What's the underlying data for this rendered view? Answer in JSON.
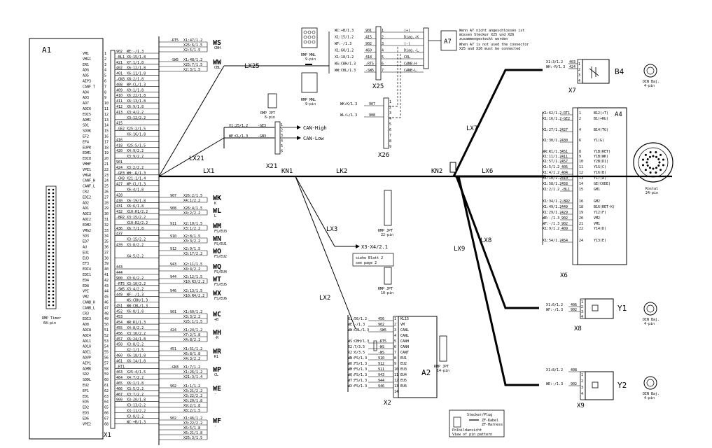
{
  "title_blocks": {
    "a1": "A1",
    "a1_caption": "RMP Timer",
    "a1_pins": "68-pin",
    "x1": "X1",
    "a2": "A2",
    "x2": "X2",
    "a2_conn": "RMP JPT",
    "a2_pins": "14-pin",
    "a7": "A7",
    "x21": "X21",
    "x25": "X25",
    "x26": "X26",
    "b4": "B4",
    "x7": "X7",
    "a4": "A4",
    "x6": "X6",
    "y1": "Y1",
    "x8": "X8",
    "y2": "Y2",
    "x9": "X9",
    "kn1": "KN1",
    "kn2": "KN2"
  },
  "cables": {
    "lx1": "LX1",
    "lx2": "LX2",
    "lx3": "LX3",
    "lx6": "LX6",
    "lx7": "LX7",
    "lx8": "LX8",
    "lx9": "LX9",
    "lx21": "LX21",
    "lx25": "LX25",
    "lk2": "LK2"
  },
  "a1_pins": [
    {
      "n": "1",
      "label": "VM1"
    },
    {
      "n": "2",
      "label": "VMG1"
    },
    {
      "n": "3",
      "label": "ER1"
    },
    {
      "n": "4",
      "label": "ADG"
    },
    {
      "n": "5",
      "label": "AD5"
    },
    {
      "n": "6",
      "label": "AIP3"
    },
    {
      "n": "7",
      "label": "CANF T"
    },
    {
      "n": "8",
      "label": "AD4"
    },
    {
      "n": "9",
      "label": "AD3"
    },
    {
      "n": "10",
      "label": "AD7"
    },
    {
      "n": "11",
      "label": "ADI6"
    },
    {
      "n": "12",
      "label": "EDI5"
    },
    {
      "n": "13",
      "label": "ADM1"
    },
    {
      "n": "14",
      "label": "SD1"
    },
    {
      "n": "15",
      "label": "SDOK"
    },
    {
      "n": "16",
      "label": "EF2"
    },
    {
      "n": "17",
      "label": "EF4"
    },
    {
      "n": "18",
      "label": "EUPR"
    },
    {
      "n": "19",
      "label": "EDM1"
    },
    {
      "n": "20",
      "label": "EDI8"
    },
    {
      "n": "21",
      "label": "VMHF"
    },
    {
      "n": "22",
      "label": "VPE1"
    },
    {
      "n": "23",
      "label": "VMGR"
    },
    {
      "n": "24",
      "label": "CANF_H"
    },
    {
      "n": "25",
      "label": "CANF_L"
    },
    {
      "n": "26",
      "label": "CR2"
    },
    {
      "n": "27",
      "label": "EDI2"
    },
    {
      "n": "28",
      "label": "AD2"
    },
    {
      "n": "29",
      "label": "AD1"
    },
    {
      "n": "30",
      "label": "ADI3"
    },
    {
      "n": "31",
      "label": "ADI2"
    },
    {
      "n": "32",
      "label": "EDM2"
    },
    {
      "n": "33",
      "label": "VMG2"
    },
    {
      "n": "34",
      "label": "SD3"
    },
    {
      "n": "35",
      "label": "ED7"
    },
    {
      "n": "36",
      "label": "AU"
    },
    {
      "n": "37",
      "label": "EU1"
    },
    {
      "n": "38",
      "label": "EU3"
    },
    {
      "n": "39",
      "label": "EF3"
    },
    {
      "n": "40",
      "label": "EDI4"
    },
    {
      "n": "41",
      "label": "EDI1"
    },
    {
      "n": "42",
      "label": "ED4"
    },
    {
      "n": "43",
      "label": "ED8"
    },
    {
      "n": "44",
      "label": "VPI"
    },
    {
      "n": "45",
      "label": "VM2"
    },
    {
      "n": "46",
      "label": "CANB_H"
    },
    {
      "n": "47",
      "label": "CANB_L"
    },
    {
      "n": "48",
      "label": "CR3"
    },
    {
      "n": "49",
      "label": "EDI3"
    },
    {
      "n": "50",
      "label": "AD8"
    },
    {
      "n": "51",
      "label": "ADI8"
    },
    {
      "n": "52",
      "label": "ADI4"
    },
    {
      "n": "53",
      "label": "AD11"
    },
    {
      "n": "54",
      "label": "AD10"
    },
    {
      "n": "55",
      "label": "ADI1"
    },
    {
      "n": "56",
      "label": "ADVP"
    },
    {
      "n": "57",
      "label": "AIP1"
    },
    {
      "n": "58",
      "label": "ADMR"
    },
    {
      "n": "59",
      "label": "SD2"
    },
    {
      "n": "60",
      "label": "SDDL"
    },
    {
      "n": "61",
      "label": "EU2"
    },
    {
      "n": "62",
      "label": "EF1"
    },
    {
      "n": "63",
      "label": "ED1"
    },
    {
      "n": "64",
      "label": "ED5"
    },
    {
      "n": "65",
      "label": "ED2"
    },
    {
      "n": "66",
      "label": "ED3"
    },
    {
      "n": "67",
      "label": "ED6"
    },
    {
      "n": "68",
      "label": "VPE2"
    }
  ],
  "a1_wires": [
    "902",
    "-BL1",
    "421",
    "402",
    "401",
    "-GN3",
    "408",
    "409",
    "410",
    "411",
    "412",
    "413",
    "",
    "415",
    "-GE2",
    "",
    "416",
    "418",
    "420",
    "",
    "901",
    "424",
    "-GE3",
    "-GN3",
    "427",
    "",
    "428",
    "430",
    "431",
    "432",
    "-BR2",
    "",
    "436",
    "437",
    "",
    "439",
    "",
    "",
    "",
    "443",
    "444",
    "900",
    "-RT5",
    "-SW5",
    "449",
    "",
    "451",
    "452",
    "453",
    "454",
    "455",
    "456",
    "457",
    "458",
    "",
    "460",
    "461",
    "-RT1",
    "463",
    "464",
    "465",
    "466",
    "467",
    "900"
  ],
  "a1_dest": [
    "WE:-/1.3",
    "X6:15/1.8",
    "X7:1/1.8",
    "X6:12/1.8",
    "X6:11/1.8",
    "X8:2/1.8",
    "WP:CL/1.3",
    "X9:1/1.8",
    "X6:22/1.8",
    "X6:13/1.8",
    "X6:9/1.8",
    "X3:4/2.2",
    "X3:12/2.2",
    "",
    "X25:2/1.5",
    "X6:16/1.8",
    "",
    "X25:5/1.5",
    "X4:9/2.2",
    "X3:9/2.2",
    "",
    "X3:2/2.2",
    "WH:-R/1.3",
    "X21:1/1.4",
    "WP:CL/1.3",
    "X6:4/1.8",
    "",
    "X6:19/1.8",
    "X6:6/1.8",
    "X10:R1/2.2",
    "X3:15/2.2",
    "X10:R2/2.2",
    "X6:7/1.8",
    "",
    "X3:15/2.2",
    "X3:8/2.2",
    "",
    "X4:5/2.2",
    "",
    "",
    "",
    "X3:6/2.2",
    "X3:10/2.2",
    "X3:4/2.2",
    "WF:-/1.3",
    "WS:CBH/1.3",
    "WW:CBL/1.3",
    "X6:8/1.8",
    "",
    "WR:R1/1.3",
    "X4:8/2.2",
    "X3:16/2.2",
    "X6:24/1.8",
    "X3:8/2.2",
    "X2:1/1.5",
    "X6:18/1.8",
    "X6:14/1.8",
    "",
    "X25:4/1.5",
    "X4:7/2.2",
    "X6:1/1.8",
    "X3:5/2.2",
    "X3:7/2.2",
    "X3:20/1.8",
    "X3:13/2.2",
    "X3:11/2.2",
    "X3:8/2.2",
    "WC:+B/1.3"
  ],
  "bus_groups": [
    {
      "code": "WS",
      "sub": "CBH",
      "wire": "-RT5",
      "rows": [
        "X1:47/1.2",
        "X25:6/1.5",
        "X2:5/1.5"
      ]
    },
    {
      "code": "WW",
      "sub": "CBL",
      "wire": "-SW5",
      "rows": [
        "X1:48/1.2",
        "X25:7/1.5",
        "X2:3/1.5"
      ]
    },
    {
      "code": "WK",
      "sub": "K",
      "wire": "907",
      "rows": [
        "X26:2/1.5",
        "X4:1/2.2"
      ]
    },
    {
      "code": "WL",
      "sub": "L",
      "wire": "908",
      "rows": [
        "X26:4/1.5",
        "X4:2/2.2"
      ]
    },
    {
      "code": "WM",
      "sub": "FS/EU3",
      "wire": "911",
      "rows": [
        "X2:10/1.5",
        "X3:1/2.2"
      ]
    },
    {
      "code": "WN",
      "sub": "FS/EU1",
      "wire": "910",
      "rows": [
        "X2:8/1.5",
        "X3:3/2.2"
      ]
    },
    {
      "code": "WO",
      "sub": "FS/EU2",
      "wire": "912",
      "rows": [
        "X2:9/1.5",
        "X3:17/2.2"
      ]
    },
    {
      "code": "WQ",
      "sub": "FS/EU4",
      "wire": "943",
      "rows": [
        "X2:11/1.5",
        "X4:4/2.2"
      ]
    },
    {
      "code": "WT",
      "sub": "FS/EU5",
      "wire": "944",
      "rows": [
        "X2:12/1.5",
        "X10:R3/2.2"
      ]
    },
    {
      "code": "WX",
      "sub": "FS/EU6",
      "wire": "946",
      "rows": [
        "X2:13/1.5",
        "X10:R4/2.2"
      ]
    },
    {
      "code": "WC",
      "sub": "+B",
      "wire": "901",
      "rows": [
        "X1:60/1.2",
        "X3:3/2.2",
        "X25:1/1.5"
      ]
    },
    {
      "code": "WH",
      "sub": "-R",
      "wire": "424",
      "rows": [
        "X1:24/1.2",
        "X7:2/1.8",
        "X4:8/2.2"
      ]
    },
    {
      "code": "WR",
      "sub": "R1",
      "wire": "451",
      "rows": [
        "X1:51/1.2",
        "X6:8/1.8",
        "X4:3/2.2"
      ]
    },
    {
      "code": "WP",
      "sub": "CL",
      "wire": "-GN3",
      "rows": [
        "X1:7/1.2",
        "X1:26/1.2",
        "X21:3/1.4"
      ]
    },
    {
      "code": "WE",
      "sub": "-",
      "wire": "902",
      "rows": [
        "X1:1/1.2",
        "X3:21/2.2",
        "X3:22/2.2",
        "X6:20/1.8",
        "X9:2/1.8",
        "X8:2/1.5"
      ]
    },
    {
      "code": "WF",
      "sub": "-",
      "wire": "902",
      "rows": [
        "X1:46/1.2",
        "X3:22/2.2",
        "X6:5/1.8",
        "X6:21/1.8",
        "X25:3/1.5"
      ]
    }
  ],
  "x25": {
    "rows": [
      "WC:+B/1.3",
      "X1:15/1.2",
      "WF:-/1.3",
      "X1:60/1.2",
      "X1:18/1.2",
      "WS:CBH/1.3",
      "WW:CBL/1.3"
    ],
    "wires": [
      "901",
      "415",
      "902",
      "460",
      "418",
      "-RT5",
      "-SW5"
    ],
    "right": [
      "(+)",
      "Diag.-K",
      "(-)",
      "Diag.-L",
      "COL",
      "CANB-H",
      "CANB-L"
    ],
    "conn": "RMP MNL",
    "pins": "9-pin"
  },
  "a7_note": {
    "de1": "Wenn A7 nicht angeschlossen ist",
    "de2": "müssen Stecker X25 und X26",
    "de3": "zusammengesteckt werden",
    "en1": "When A7 is not used the connector",
    "en2": "X25 and X26 must be connected"
  },
  "x26": {
    "rows": [
      "WK:K/1.3",
      "WL:L/1.3"
    ],
    "wires": [
      "907",
      "908"
    ],
    "conn": "RMP MNL",
    "pins": "9-pin"
  },
  "x21": {
    "rows": [
      "X1:25/1.2",
      "WP:CL/1.3"
    ],
    "wires": [
      "-GE3",
      "-GN3"
    ],
    "can_high": "CAN-High",
    "can_low": "CAN-Low",
    "conn": "RMP JPT",
    "pins": "6-pin"
  },
  "x7": {
    "rows": [
      "X1:3/1.2",
      "WH:-R/1.3"
    ],
    "wires": [
      "403",
      "424"
    ]
  },
  "a4": {
    "rows": [
      {
        "src": "X1:62/1.2",
        "w": "-RT1",
        "pin": "1",
        "sig": "B12(+T)"
      },
      {
        "src": "X1:16/1.2",
        "w": "-GE2",
        "pin": "2",
        "sig": "B1(+Rb)"
      },
      {
        "src": "X1:27/1.2",
        "w": "427",
        "pin": "4",
        "sig": "B14(TG)"
      },
      {
        "src": "X1:30/1.2",
        "w": "430",
        "pin": "6",
        "sig": "Y1(G)"
      },
      {
        "src": "WR:R1/1.3",
        "w": "451",
        "pin": "8",
        "sig": "Y1B(RET)"
      },
      {
        "src": "X1:11/1.2",
        "w": "411",
        "pin": "9",
        "sig": "Y1B(WK)"
      },
      {
        "src": "X1:57/1.2",
        "w": "457",
        "pin": "10",
        "sig": "Y2B(D1)"
      },
      {
        "src": "X1:5/1.2",
        "w": "405",
        "pin": "11",
        "sig": "Y1S(C)"
      },
      {
        "src": "X1:4/1.2",
        "w": "404",
        "pin": "12",
        "sig": "Y16(B)"
      },
      {
        "src": "X1:10/1.2",
        "w": "410",
        "pin": "13",
        "sig": "Y17(A)"
      },
      {
        "src": "X1:58/1.2",
        "w": "458",
        "pin": "14",
        "sig": "GE(CODE)"
      },
      {
        "src": "X1:2/1.2",
        "w": "-BL1",
        "pin": "15",
        "sig": "GM1"
      },
      {
        "src": "X1:34/1.2",
        "w": "-BR2",
        "pin": "16",
        "sig": "GM2"
      },
      {
        "src": "X1:49/1.2",
        "w": "449",
        "pin": "18",
        "sig": "B16(RET-K)"
      },
      {
        "src": "X1:29/1.2",
        "w": "429",
        "pin": "19",
        "sig": "Y12(F)"
      },
      {
        "src": "WE:-/1.3",
        "w": "902",
        "pin": "20",
        "sig": "VM2"
      },
      {
        "src": "WF:-/1.3",
        "w": "902",
        "pin": "21",
        "sig": "VM1"
      },
      {
        "src": "X1:9/1.2",
        "w": "409",
        "pin": "22",
        "sig": "Y14(D)"
      },
      {
        "src": "X1:54/1.2",
        "w": "454",
        "pin": "24",
        "sig": "Y13(E)"
      }
    ],
    "conn": "Kostal",
    "pins": "24-pin"
  },
  "x8": {
    "rows": [
      "X1:6/1.2",
      "WF:-/1.3"
    ],
    "wires": [
      "406",
      "902"
    ]
  },
  "x9": {
    "rows": [
      "X1:8/1.2",
      "WE:-/1.3"
    ],
    "wires": [
      "408",
      "902"
    ]
  },
  "din": {
    "name": "DIN Baj.",
    "pins": "4-pin"
  },
  "a2_rows": [
    {
      "src": "X1:56/1.2",
      "w": "456",
      "pin": "1",
      "sig": "KL15"
    },
    {
      "src": "WE:-/1.3",
      "w": "902",
      "pin": "2",
      "sig": "VM"
    },
    {
      "src": "WW:CBL/1.3",
      "w": "-SW5",
      "pin": "3",
      "sig": "CANL"
    },
    {
      "src": "",
      "w": "",
      "pin": "4",
      "sig": "CANL"
    },
    {
      "src": "WS:CBH/1.3",
      "w": "-RT5",
      "pin": "5",
      "sig": "CANH"
    },
    {
      "src": "X2:7/3.5",
      "w": "-WS",
      "pin": "6",
      "sig": "CANH"
    },
    {
      "src": "X2:6/3.5",
      "w": "-WS",
      "pin": "7",
      "sig": "CANT"
    },
    {
      "src": "WN:FS/1.3",
      "w": "910",
      "pin": "8",
      "sig": "EU1"
    },
    {
      "src": "WO:FS/1.3",
      "w": "912",
      "pin": "9",
      "sig": "EU2"
    },
    {
      "src": "WM:FS/1.3",
      "w": "911",
      "pin": "10",
      "sig": "EU3"
    },
    {
      "src": "WQ:FS/1.3",
      "w": "943",
      "pin": "11",
      "sig": "EU4"
    },
    {
      "src": "WT:FS/1.3",
      "w": "944",
      "pin": "12",
      "sig": "EU5"
    },
    {
      "src": "WX:FS/1.3",
      "w": "946",
      "pin": "13",
      "sig": "EU6"
    },
    {
      "src": "",
      "w": "",
      "pin": "14",
      "sig": ""
    }
  ],
  "lx3": {
    "target": "X3-X4/2.1",
    "note1": "siehe Blatt 2",
    "note2": "see page 2",
    "conn1": "RMP JPT",
    "pins1": "22-pin",
    "conn2": "RMP JPT",
    "pins2": "10-pin"
  },
  "legend": {
    "title": "Stecker/Plug",
    "l1": "ZF-Kabel",
    "l2": "ZF-Harness",
    "l3": "Polbildansicht",
    "l4": "View of pin pattern"
  }
}
